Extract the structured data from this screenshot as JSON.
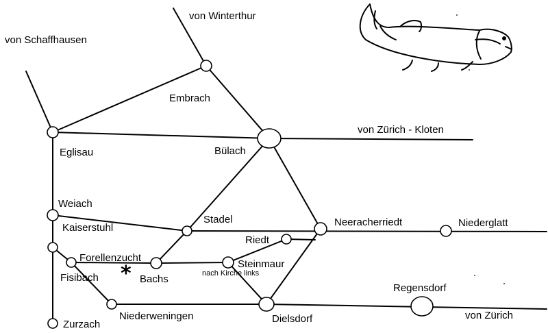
{
  "labels": {
    "von_winterthur": "von  Winterthur",
    "von_schaffhausen": "von Schaffhausen",
    "embrach": "Embrach",
    "von_zurich_kloten": "von Zürich - Kloten",
    "eglisau": "Eglisau",
    "bulach": "Bülach",
    "weiach": "Weiach",
    "kaiserstuhl": "Kaiserstuhl",
    "stadel": "Stadel",
    "neeracherriedt": "Neeracherriedt",
    "niederglatt": "Niederglatt",
    "riedt": "Riedt",
    "forellenzucht": "Forellenzucht",
    "steinmaur": "Steinmaur",
    "nach_kirche_links": "nach Kirche links",
    "fisibach": "Fisibach",
    "bachs": "Bachs",
    "regensdorf": "Regensdorf",
    "niederweningen": "Niederweningen",
    "dielsdorf": "Dielsdorf",
    "von_zurich": "von Zürich",
    "zurzach": "Zurzach"
  },
  "colors": {
    "line": "#000000",
    "background": "#ffffff"
  },
  "icons": {
    "destination": "asterisk-icon",
    "mascot": "trout-icon"
  }
}
